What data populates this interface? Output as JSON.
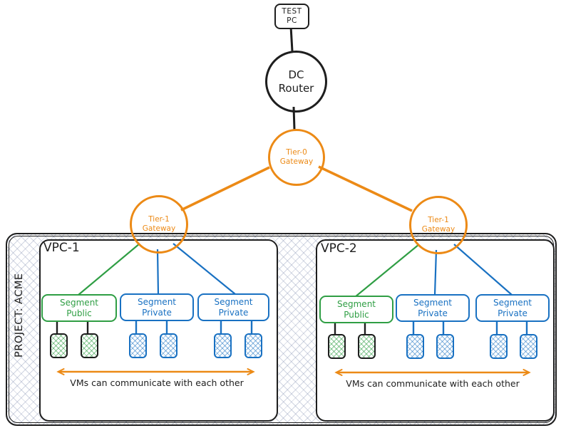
{
  "colors": {
    "ink": "#1e1e1e",
    "orange": "#ec8a16",
    "green": "#2f9e44",
    "blue": "#1971c2"
  },
  "nodes": {
    "test_pc": {
      "label": "TEST\nPC"
    },
    "dc_router": {
      "label": "DC\nRouter"
    },
    "tier0_gateway": {
      "label": "Tier-0\nGateway"
    },
    "tier1_gateway_left": {
      "label": "Tier-1\nGateway"
    },
    "tier1_gateway_right": {
      "label": "Tier-1\nGateway"
    }
  },
  "project": {
    "label": "PROJECT: ACME",
    "vpcs": [
      {
        "label": "VPC-1",
        "segments": [
          {
            "label": "Segment\nPublic",
            "type": "public",
            "vm_count": 2
          },
          {
            "label": "Segment\nPrivate",
            "type": "private",
            "vm_count": 2
          },
          {
            "label": "Segment\nPrivate",
            "type": "private",
            "vm_count": 2
          }
        ],
        "note": "VMs can communicate with each other"
      },
      {
        "label": "VPC-2",
        "segments": [
          {
            "label": "Segment\nPublic",
            "type": "public",
            "vm_count": 2
          },
          {
            "label": "Segment\nPrivate",
            "type": "private",
            "vm_count": 2
          },
          {
            "label": "Segment\nPrivate",
            "type": "private",
            "vm_count": 2
          }
        ],
        "note": "VMs can communicate with each other"
      }
    ]
  }
}
